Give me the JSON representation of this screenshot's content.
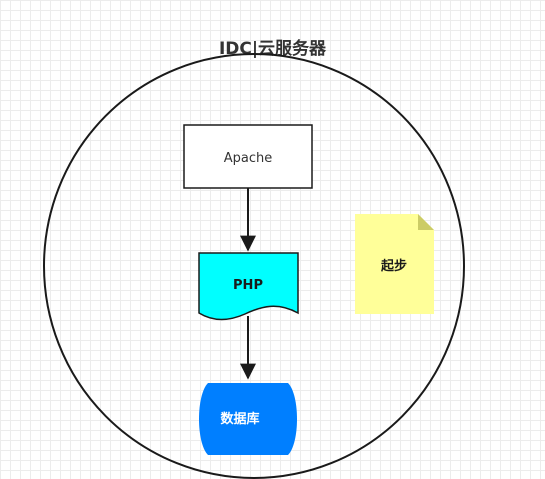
{
  "diagram": {
    "title": "IDC|云服务器",
    "nodes": {
      "apache": {
        "label": "Apache",
        "fill": "#ffffff",
        "stroke": "#1a1a1a"
      },
      "php": {
        "label": "PHP",
        "fill": "#00ffff",
        "stroke": "#1a1a1a"
      },
      "database": {
        "label": "数据库",
        "fill": "#007fff"
      },
      "note": {
        "label": "起步",
        "fill": "#ffff99",
        "fold_fill": "#cccc66"
      }
    },
    "edges": [
      {
        "from": "apache",
        "to": "php"
      },
      {
        "from": "php",
        "to": "database"
      }
    ],
    "boundary": {
      "shape": "ellipse",
      "stroke": "#1a1a1a"
    }
  }
}
